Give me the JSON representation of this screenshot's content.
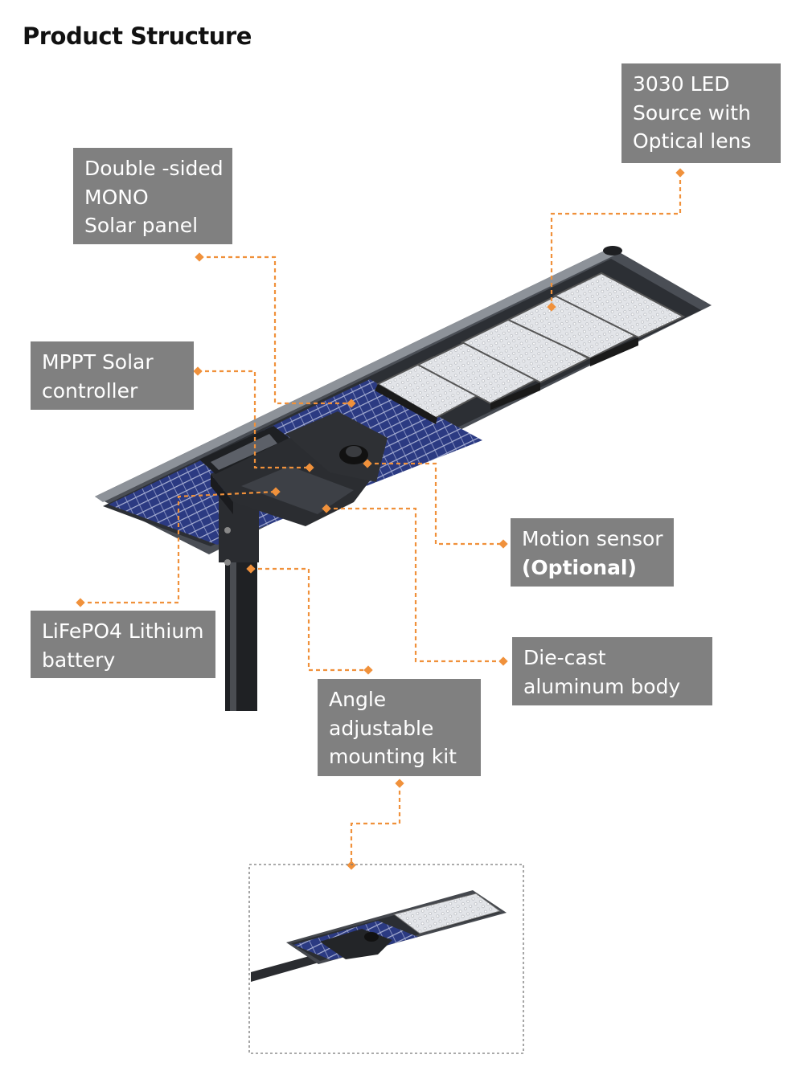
{
  "title": "Product Structure",
  "colors": {
    "callout_line": "#f0913b",
    "label_bg": "#808080",
    "label_text": "#ffffff"
  },
  "labels": {
    "led_source": [
      "3030 LED",
      "Source with",
      "Optical lens"
    ],
    "solar_panel": [
      "Double -sided",
      "MONO",
      "Solar panel"
    ],
    "controller": [
      "MPPT Solar",
      "controller"
    ],
    "motion_sensor": {
      "line1": "Motion sensor",
      "line2": "(Optional)"
    },
    "battery": [
      "LiFePO4 Lithium",
      "battery"
    ],
    "body": [
      "Die-cast",
      "aluminum body"
    ],
    "mounting_kit": [
      "Angle",
      "adjustable",
      "mounting kit"
    ]
  },
  "illustrations": {
    "main": "solar-street-light-exploded-view",
    "inset": "solar-street-light-mounted-view"
  }
}
